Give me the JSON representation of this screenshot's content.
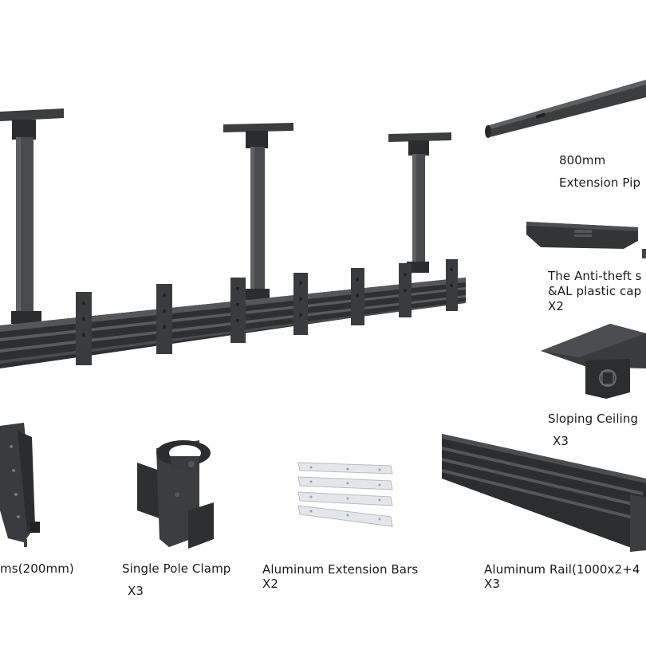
{
  "colors": {
    "metal": "#3c3d3f",
    "metal_dark": "#262728",
    "metal_light": "#5a5b5e",
    "aluminum": "#d9dbe0"
  },
  "labels": {
    "pipe_size": "800mm",
    "pipe_name": "Extension Pip",
    "antitheft_line1": "The Anti-theft s",
    "antitheft_line2": "&AL plastic cap",
    "antitheft_qty": "X2",
    "sloping_name": "Sloping Ceiling",
    "sloping_qty": "X3",
    "arms_name": "ms(200mm)",
    "clamp_name": "Single Pole Clamp",
    "clamp_qty": "X3",
    "ext_bars_name": "Aluminum Extension Bars",
    "ext_bars_qty": "X2",
    "rail_name": "Aluminum Rail(1000x2+4",
    "rail_qty": "X3"
  }
}
